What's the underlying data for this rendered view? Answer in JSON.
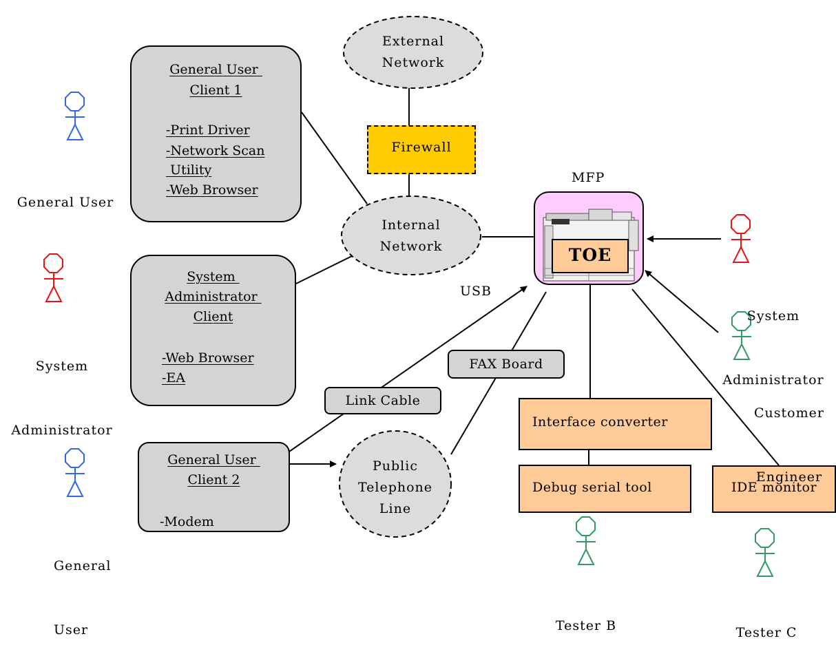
{
  "networks": {
    "external": [
      "External",
      "Network"
    ],
    "internal": [
      "Internal",
      "Network"
    ],
    "public_line": [
      "Public",
      "Telephone",
      "Line"
    ]
  },
  "firewall": "Firewall",
  "mfp": {
    "label": "MFP",
    "toe": "TOE"
  },
  "usb": "USB",
  "fax_board": "FAX Board",
  "link_cable": "Link Cable",
  "client1": {
    "title": [
      "General User ",
      "Client 1"
    ],
    "items": [
      "-Print Driver",
      "-Network Scan",
      " Utility",
      "-Web Browser"
    ]
  },
  "admin_client": {
    "title": [
      "System ",
      "Administrator ",
      "Client"
    ],
    "items": [
      "-Web Browser",
      "-EA"
    ]
  },
  "client2": {
    "title": [
      "General User ",
      "Client 2"
    ],
    "items": [
      "-Modem"
    ]
  },
  "interface_converter": "Interface converter",
  "debug_serial_tool": "Debug serial tool",
  "ide_monitor": "IDE monitor",
  "actors": {
    "general_user_1": [
      "General User"
    ],
    "system_admin_left": [
      "System",
      "Administrator"
    ],
    "general_user_2": [
      "General",
      "User"
    ],
    "system_admin_right": [
      "System",
      "Administrator"
    ],
    "customer_engineer": [
      "Customer",
      "Engineer"
    ],
    "tester_b": [
      "Tester B"
    ],
    "tester_c": [
      "Tester C"
    ]
  },
  "colors": {
    "general_user": "#3366ee",
    "system_admin": "#ee1111",
    "engineer_tester": "#339966",
    "firewall": "#ffcc00",
    "mfp_bg": "#ffccff",
    "box_orange": "#ffcc99",
    "client_gray": "#d4d4d4",
    "network_gray": "#dcdcdc"
  }
}
